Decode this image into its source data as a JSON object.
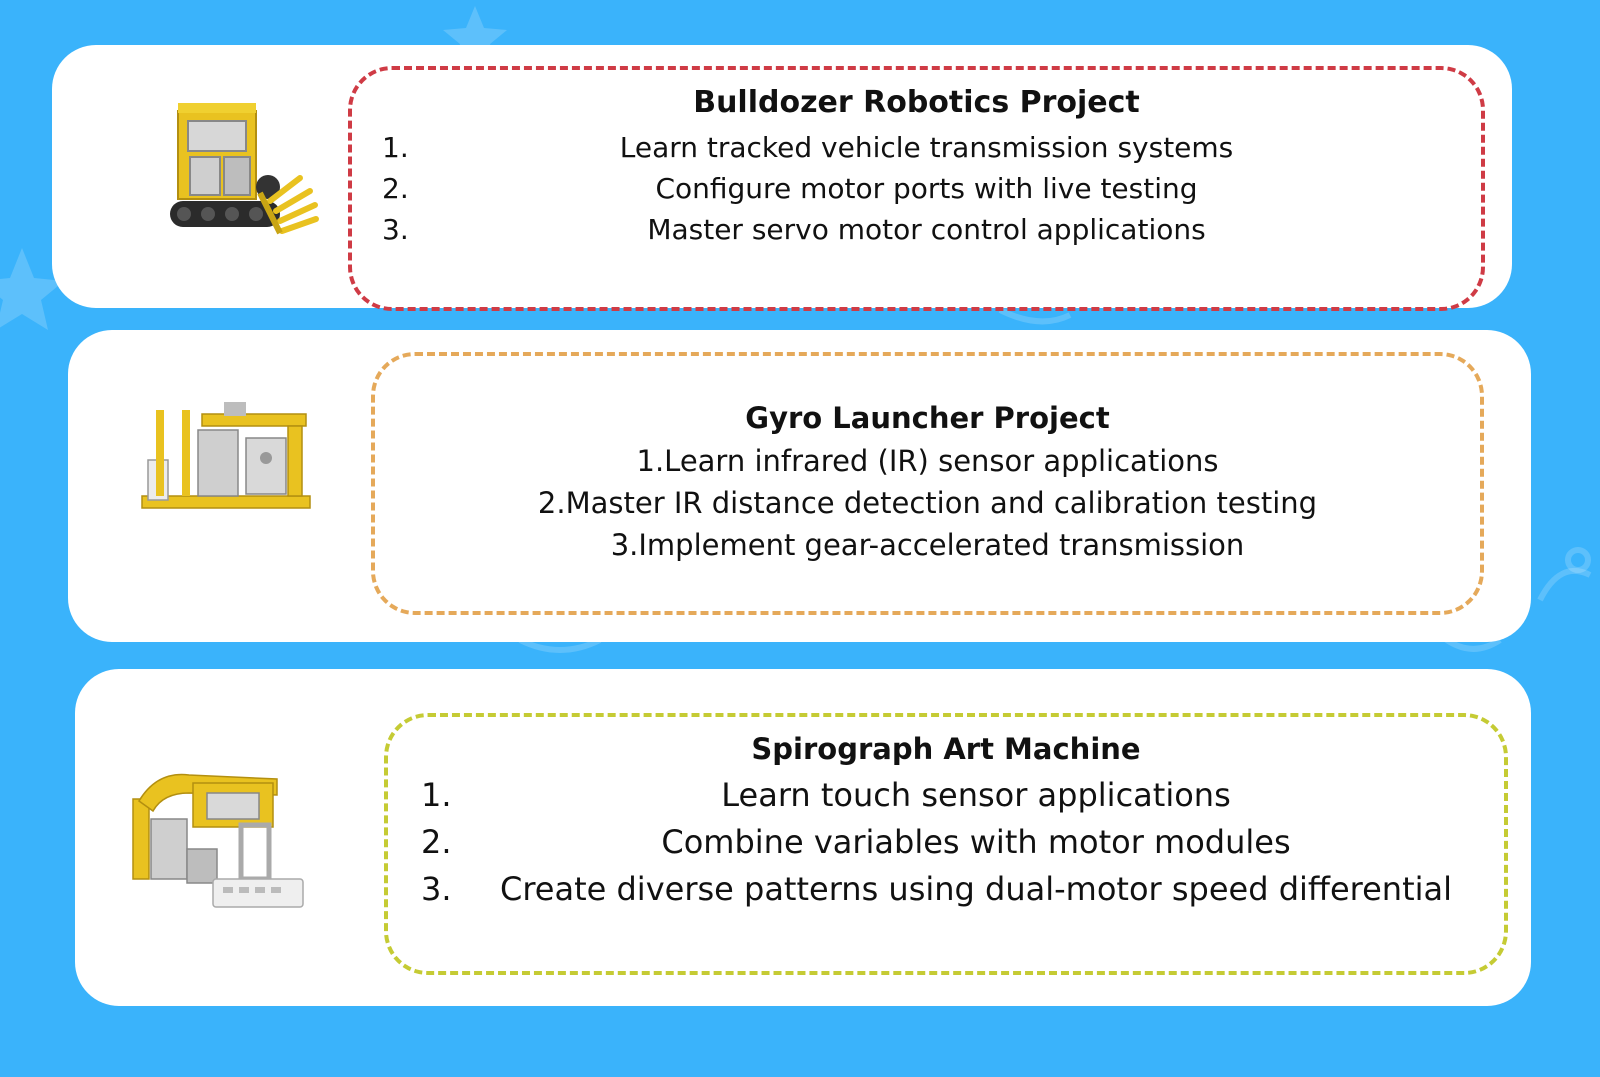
{
  "colors": {
    "background": "#3ab3fb",
    "card": "#ffffff",
    "bulldozer_border": "#cf3b45",
    "gyro_border": "#e5a95a",
    "spirograph_border": "#c5cb34"
  },
  "projects": [
    {
      "title": "Bulldozer Robotics Project",
      "image_icon": "bulldozer-robot-model",
      "items": [
        {
          "marker": "1.",
          "text": "Learn tracked vehicle transmission systems"
        },
        {
          "marker": "2.",
          "text": "Configure motor ports with live testing"
        },
        {
          "marker": "3.",
          "text": "Master servo motor control applications"
        }
      ]
    },
    {
      "title": "Gyro Launcher Project",
      "image_icon": "gyro-launcher-robot-model",
      "items": [
        {
          "text": "1.Learn infrared (IR) sensor applications"
        },
        {
          "text": "2.Master IR distance detection and calibration testing"
        },
        {
          "text": "3.Implement gear-accelerated transmission"
        }
      ]
    },
    {
      "title": "Spirograph Art Machine",
      "image_icon": "spirograph-machine-model",
      "items": [
        {
          "marker": "1.",
          "text": "Learn touch sensor applications"
        },
        {
          "marker": "2.",
          "text": "Combine variables with motor modules"
        },
        {
          "marker": "3.",
          "text": "Create diverse patterns using dual-motor speed differential"
        }
      ]
    }
  ]
}
